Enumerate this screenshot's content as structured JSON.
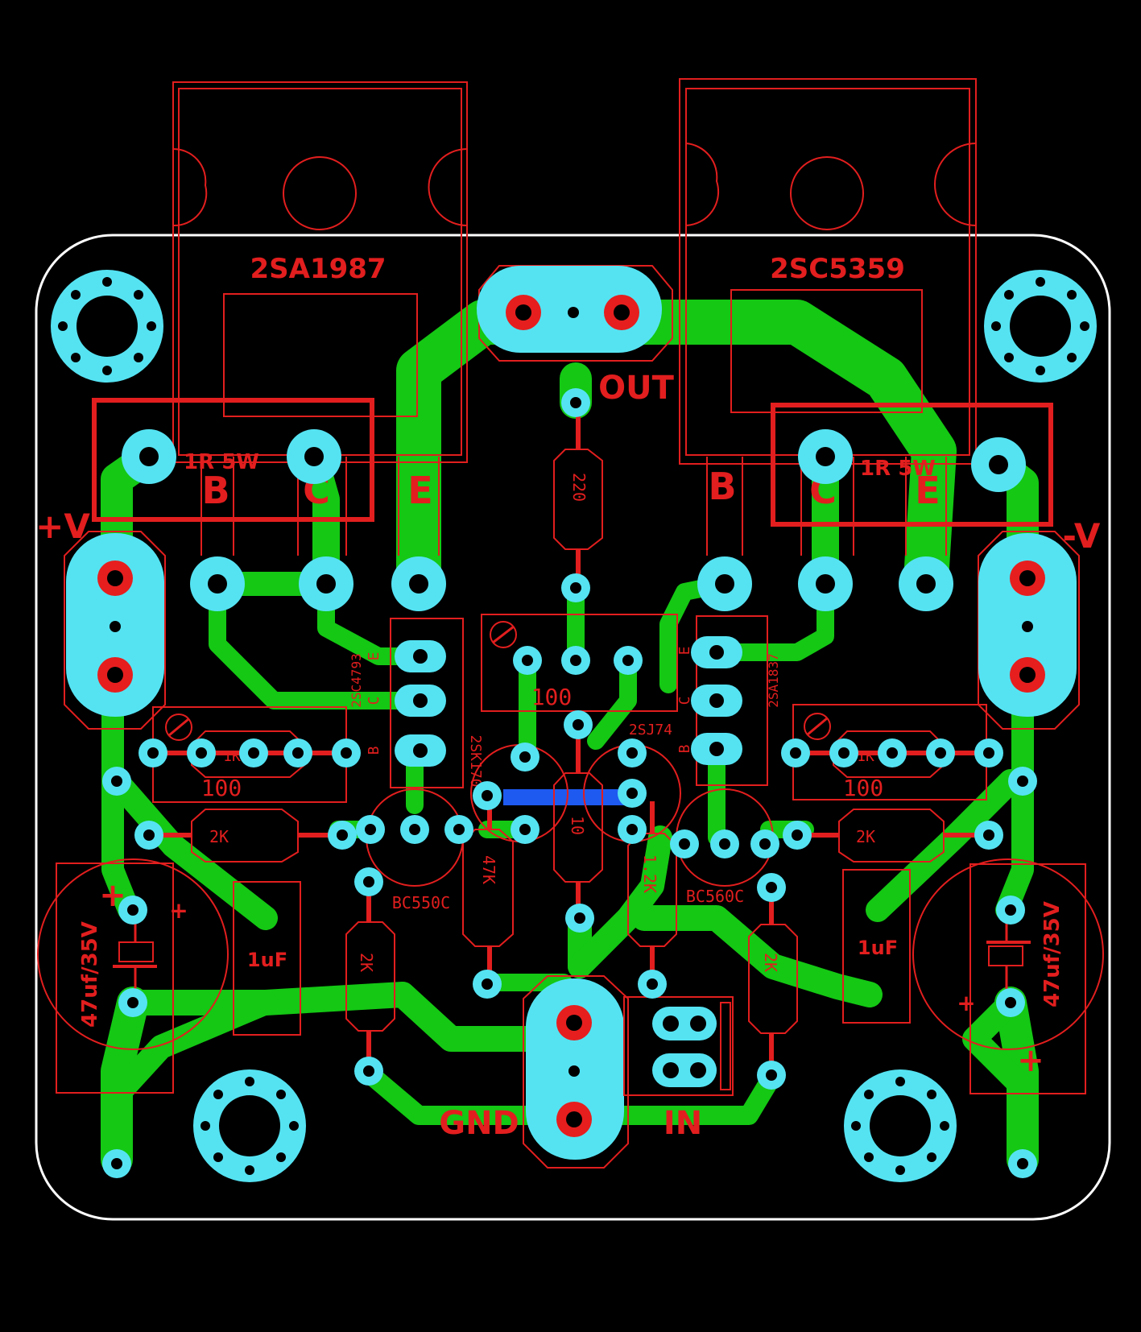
{
  "power_transistors": {
    "left": "2SA1987",
    "right": "2SC5359"
  },
  "emitter_resistors": {
    "left": "1R 5W",
    "right": "1R 5W"
  },
  "pin_labels": {
    "left_b": "B",
    "left_c": "C",
    "left_e": "E",
    "right_b": "B",
    "right_c": "C",
    "right_e": "E"
  },
  "connectors": {
    "out": "OUT",
    "pos_supply": "+V",
    "neg_supply": "-V",
    "gnd": "GND",
    "input": "IN"
  },
  "resistors": {
    "feedback": "220",
    "trim_center": "100",
    "trim_left_1k": "1K",
    "trim_left_100": "100",
    "trim_right_1k": "1K",
    "trim_right_100": "100",
    "left_2k_h": "2K",
    "right_2k_h": "2K",
    "left_2k_v": "2K",
    "right_2k_v": "2K",
    "r_47k": "47K",
    "r_10": "10",
    "r_1_2k": "1.2K"
  },
  "drivers": {
    "left": "2SC4793",
    "left_pins": [
      "E",
      "C",
      "B"
    ],
    "right": "2SA1837",
    "right_pins": [
      "E",
      "C",
      "B"
    ]
  },
  "small_transistors": {
    "mosfet_left": "2SK170",
    "mosfet_right": "2SJ74",
    "bjt_left": "BC550C",
    "bjt_right": "BC560C"
  },
  "capacitors": {
    "elec_left": "47uf/35V",
    "elec_right": "47uf/35V",
    "film_left": "1uF",
    "film_right": "1uF",
    "plus": "+"
  },
  "colors": {
    "trace": "#14c814",
    "pad": "#55e3f2",
    "silkscreen": "#e21e1e",
    "outline": "#ffffff",
    "jumper": "#1e5af0"
  }
}
